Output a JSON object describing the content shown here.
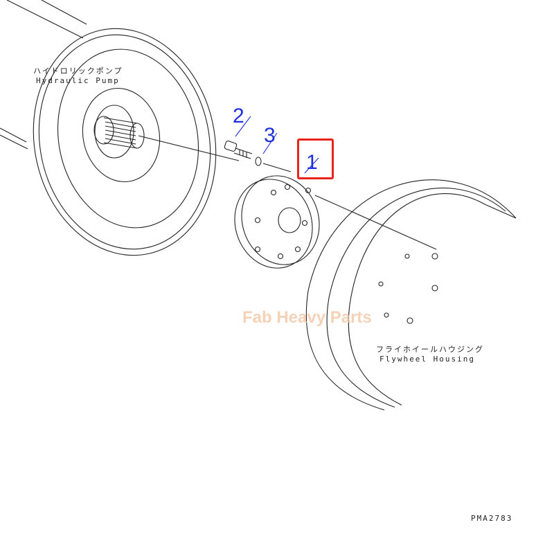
{
  "labels": {
    "pump_jp": "ハイドロリックポンプ",
    "pump_en": "Hydraulic Pump",
    "housing_jp": "フライホイールハウジング",
    "housing_en": "Flywheel Housing",
    "drawing_code": "PMA2783"
  },
  "callouts": {
    "c1": "1",
    "c2": "2",
    "c3": "3"
  },
  "watermark": "Fab Heavy Parts",
  "colors": {
    "callout": "#1f2de0",
    "highlight": "#e8231b",
    "watermark": "#f2c4a0",
    "line": "#222222"
  }
}
